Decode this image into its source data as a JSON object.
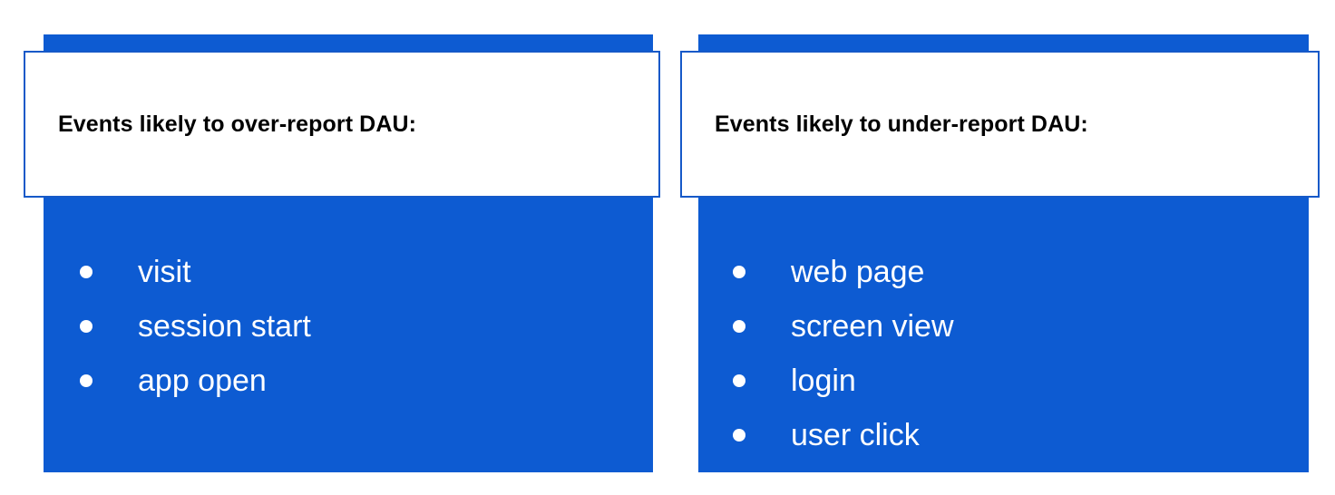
{
  "theme": {
    "brand_blue": "#0D5BD2",
    "border_blue": "#1659C8",
    "panel_white": "#FFFFFF",
    "title_color": "#000000",
    "list_text_color": "#FFFFFF"
  },
  "cards": [
    {
      "id": "over-report",
      "title": "Events likely to over-report DAU:",
      "bullet_icon": "bullet-dot-icon",
      "items": [
        "visit",
        "session start",
        "app open"
      ]
    },
    {
      "id": "under-report",
      "title": "Events likely to under-report DAU:",
      "bullet_icon": "bullet-dot-icon",
      "items": [
        "web page",
        "screen view",
        "login",
        "user click"
      ]
    }
  ]
}
